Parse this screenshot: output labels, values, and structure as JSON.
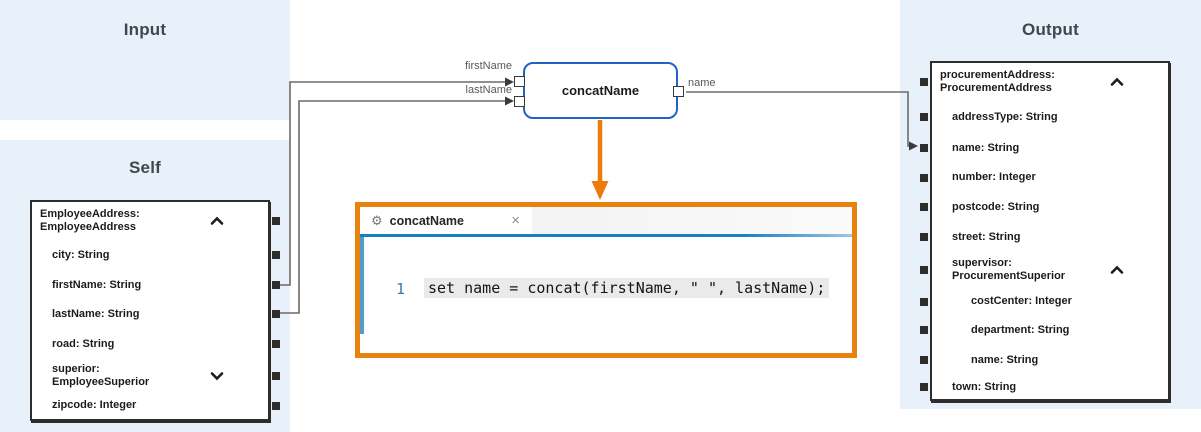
{
  "panels": {
    "input": {
      "title": "Input"
    },
    "self": {
      "title": "Self",
      "items": [
        {
          "label": "EmployeeAddress: EmployeeAddress",
          "level": 0,
          "chevron": "up"
        },
        {
          "label": "city: String",
          "level": 1
        },
        {
          "label": "firstName: String",
          "level": 1
        },
        {
          "label": "lastName: String",
          "level": 1
        },
        {
          "label": "road: String",
          "level": 1
        },
        {
          "label": "superior: EmployeeSuperior",
          "level": 1,
          "chevron": "down"
        },
        {
          "label": "zipcode: Integer",
          "level": 1
        }
      ]
    },
    "output": {
      "title": "Output",
      "items": [
        {
          "label": "procurementAddress: ProcurementAddress",
          "level": 0,
          "chevron": "up"
        },
        {
          "label": "addressType: String",
          "level": 1
        },
        {
          "label": "name: String",
          "level": 1
        },
        {
          "label": "number: Integer",
          "level": 1
        },
        {
          "label": "postcode: String",
          "level": 1
        },
        {
          "label": "street: String",
          "level": 1
        },
        {
          "label": "supervisor: ProcurementSuperior",
          "level": 1,
          "chevron": "up"
        },
        {
          "label": "costCenter: Integer",
          "level": 2
        },
        {
          "label": "department: String",
          "level": 2
        },
        {
          "label": "name: String",
          "level": 2
        },
        {
          "label": "town: String",
          "level": 1
        }
      ]
    }
  },
  "node": {
    "label": "concatName",
    "input_ports": [
      "firstName",
      "lastName"
    ],
    "output_ports": [
      "name"
    ]
  },
  "mappings": [
    {
      "from": "firstName",
      "to": "concatName"
    },
    {
      "from": "lastName",
      "to": "concatName"
    },
    {
      "from": "concatName",
      "to": "name"
    }
  ],
  "editor": {
    "tab": {
      "icon": "gear-icon",
      "gear_glyph": "⚙",
      "label": "concatName",
      "close_glyph": "×"
    },
    "line_number": "1",
    "code": "set name = concat(firstName, \" \", lastName);"
  },
  "colors": {
    "panel_bg": "#e8f1f9",
    "node_border": "#2063c6",
    "accent_orange": "#e8820f",
    "wire": "#6b6b6b",
    "editor_underline": "#187fc4"
  }
}
